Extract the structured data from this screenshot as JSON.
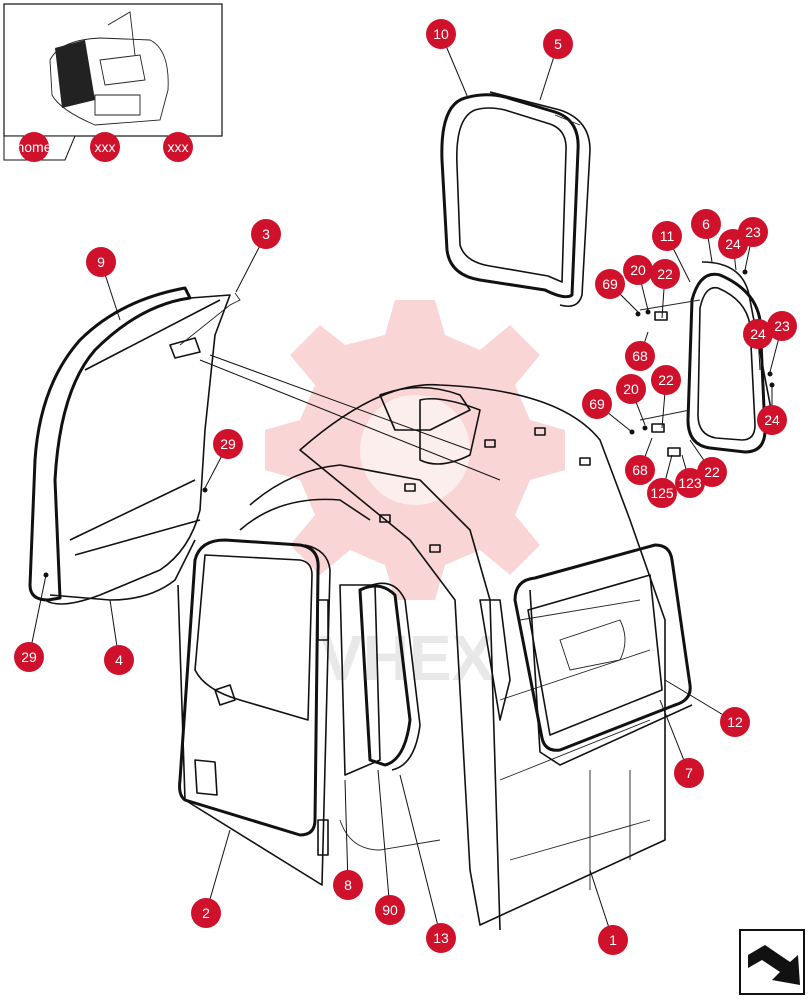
{
  "thumbnail": {
    "nav_buttons": [
      {
        "id": "home",
        "label": "home"
      },
      {
        "id": "xxx1",
        "label": "xxx"
      },
      {
        "id": "xxx2",
        "label": "xxx"
      }
    ]
  },
  "watermark_text": "VHEX",
  "callouts": [
    {
      "id": "c10",
      "label": "10"
    },
    {
      "id": "c5",
      "label": "5"
    },
    {
      "id": "c3",
      "label": "3"
    },
    {
      "id": "c9",
      "label": "9"
    },
    {
      "id": "c6",
      "label": "6"
    },
    {
      "id": "c11",
      "label": "11"
    },
    {
      "id": "c24a",
      "label": "24"
    },
    {
      "id": "c23a",
      "label": "23"
    },
    {
      "id": "c69a",
      "label": "69"
    },
    {
      "id": "c20a",
      "label": "20"
    },
    {
      "id": "c22a",
      "label": "22"
    },
    {
      "id": "c24b",
      "label": "24"
    },
    {
      "id": "c23b",
      "label": "23"
    },
    {
      "id": "c68a",
      "label": "68"
    },
    {
      "id": "c69b",
      "label": "69"
    },
    {
      "id": "c20b",
      "label": "20"
    },
    {
      "id": "c22b",
      "label": "22"
    },
    {
      "id": "c24c",
      "label": "24"
    },
    {
      "id": "c68b",
      "label": "68"
    },
    {
      "id": "c22c",
      "label": "22"
    },
    {
      "id": "c125",
      "label": "125"
    },
    {
      "id": "c123",
      "label": "123"
    },
    {
      "id": "c29a",
      "label": "29"
    },
    {
      "id": "c29b",
      "label": "29"
    },
    {
      "id": "c4",
      "label": "4"
    },
    {
      "id": "c12",
      "label": "12"
    },
    {
      "id": "c7",
      "label": "7"
    },
    {
      "id": "c8",
      "label": "8"
    },
    {
      "id": "c90",
      "label": "90"
    },
    {
      "id": "c13",
      "label": "13"
    },
    {
      "id": "c2",
      "label": "2"
    },
    {
      "id": "c1",
      "label": "1"
    }
  ],
  "corner_icon": "next-page-arrow-icon"
}
